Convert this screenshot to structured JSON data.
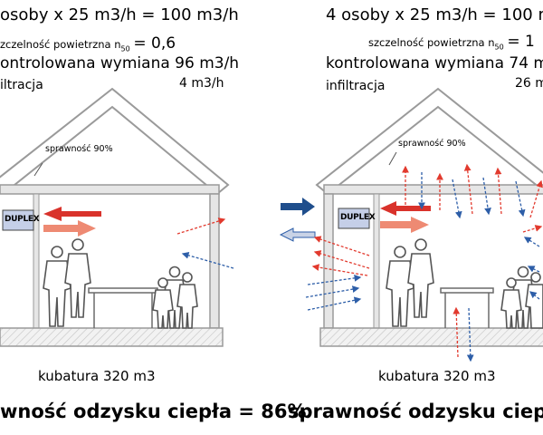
{
  "left": {
    "formula_line": "osoby x 25 m3/h = 100 m3/h",
    "tightness_label": "zczelność powietrzna n",
    "tightness_sub": "50",
    "tightness_value": "= 0,6",
    "ventilation": "ontrolowana wymiana 96 m3/h",
    "infiltration_label": "iltracja",
    "infiltration_value": "4 m3/h",
    "efficiency_label": "sprawność 90%",
    "unit_label": "DUPLEX",
    "volume": "kubatura 320 m3",
    "result": "wność odzysku ciepła = 86%"
  },
  "right": {
    "formula_line": "4 osoby x 25 m3/h = 100 m",
    "tightness_label": "szczelność powietrzna n",
    "tightness_sub": "50",
    "tightness_value": "= 1",
    "ventilation": "kontrolowana wymiana 74 m",
    "infiltration_label": "infiltracja",
    "infiltration_value": "26 m",
    "efficiency_label": "sprawność 90%",
    "unit_label": "DUPLEX",
    "volume": "kubatura 320 m3",
    "result": "sprawność odzysku ciepła"
  },
  "colors": {
    "warm_arrow": "#d9322b",
    "cool_arrow": "#ee8a73",
    "outside_arrow": "#1f4e8c",
    "outside_light": "#c9d3e6",
    "infiltration_red": "#e23a2e",
    "infiltration_blue": "#2d5ea8",
    "unit_fill": "#c5cfe8",
    "house_stroke": "#9a9a9a",
    "wall_fill": "#e6e6e6"
  }
}
